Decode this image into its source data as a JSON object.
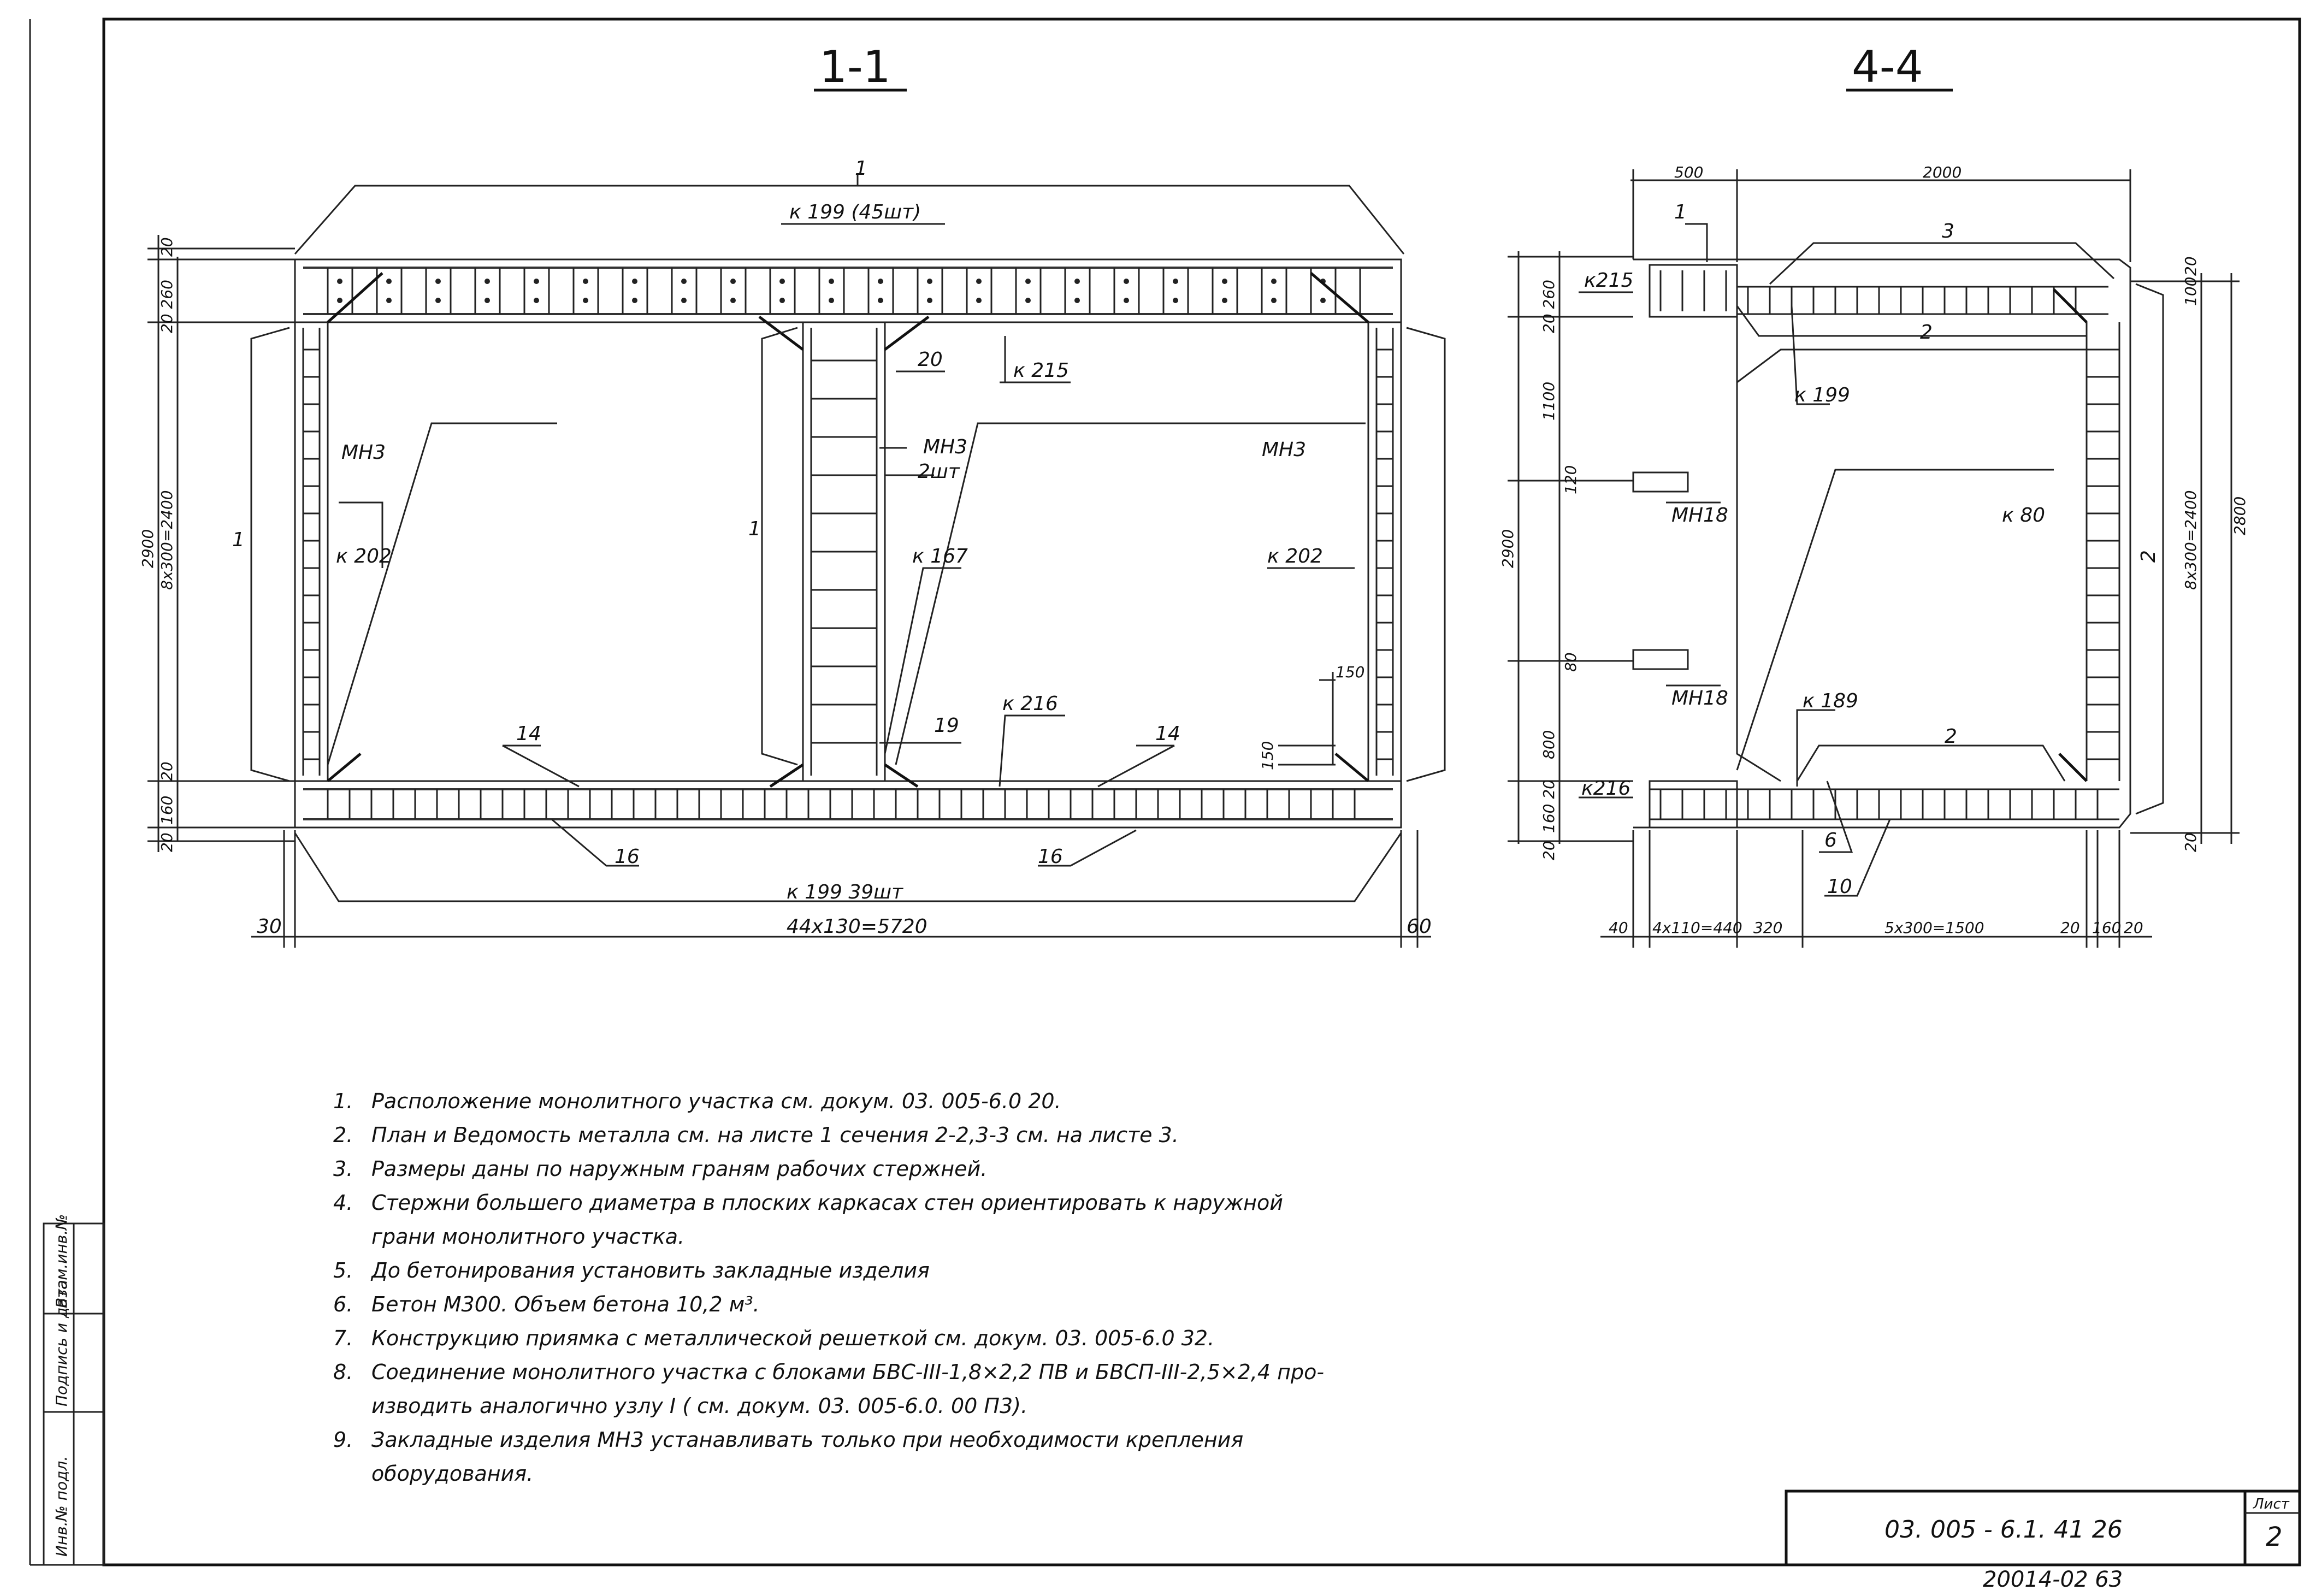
{
  "drawing": {
    "section_1": {
      "title": "1-1",
      "labels": {
        "top_pos": "1",
        "k199_top": "к 199 (45шт)",
        "k215": "к 215",
        "pos20": "20",
        "mn3_left": "МН3",
        "mn3_mid": "МН3",
        "mn3_mid_qty": "2шт",
        "mn3_right": "МН3",
        "k202_left": "к 202",
        "k202_right": "к 202",
        "k167": "к 167",
        "k216": "к 216",
        "pos19": "19",
        "pos14_left": "14",
        "pos14_right": "14",
        "pos16_left": "16",
        "pos16_right": "16",
        "side_pos_left": "1",
        "side_pos_mid": "1",
        "k199_bottom": "к 199  39шт",
        "dim_bottom": "44х130=5720",
        "dim_30": "30",
        "dim_60": "60",
        "dim_2900": "2900",
        "dim_8x300": "8х300=2400",
        "dim_20a": "20",
        "dim_260": "20 260",
        "dim_160": "160",
        "dim_20b": "20",
        "dim_20c": "20",
        "dim_150a": "150",
        "dim_150b": "150"
      }
    },
    "section_4": {
      "title": "4-4",
      "labels": {
        "dim_500": "500",
        "dim_2000": "2000",
        "pos1": "1",
        "pos3": "3",
        "pos2_top": "2",
        "k215": "к215",
        "k199": "к 199",
        "mn18_a": "МН18",
        "mn18_b": "МН18",
        "k80": "к 80",
        "k189": "к 189",
        "pos2_bottom": "2",
        "k216": "к216",
        "pos6": "6",
        "pos10": "10",
        "pos2_side": "2",
        "dim_2900": "2900",
        "dim_1100": "1100",
        "dim_800": "800",
        "dim_260": "20 260",
        "dim_160": "160 20",
        "dim_20": "20",
        "dim_right": "8х300=2400",
        "dim_2800": "2800",
        "dim_100": "100",
        "dim_20r": "20",
        "dim_20rb": "20",
        "dim_120": "120",
        "dim_80": "80",
        "b_40": "40",
        "b_440": "4х110=440",
        "b_320": "320",
        "b_1500": "5х300=1500",
        "b_20": "20",
        "b_160": "160",
        "b_20b": "20"
      }
    }
  },
  "notes": [
    {
      "num": "1.",
      "text": "Расположение монолитного участка   см.  докум.   03. 005-6.0  20."
    },
    {
      "num": "2.",
      "text": "План           и Ведомость металла  см. на листе    1 сечения 2-2,3-3  см.  на листе  3."
    },
    {
      "num": "3.",
      "text": "Размеры даны по наружным   граням    рабочих  стержней."
    },
    {
      "num": "4.",
      "text": "Стержни большего   диаметра  в  плоских каркасах  стен  ориентировать  к наружной",
      "cont": "грани  монолитного   участка."
    },
    {
      "num": "5.",
      "text": "До бетонирования   установить  закладные   изделия"
    },
    {
      "num": "6.",
      "text": "Бетон   М300.  Объем  бетона  10,2 м³."
    },
    {
      "num": "7.",
      "text": "Конструкцию   приямка  с металлической  решеткой  см.  докум.  03. 005-6.0  32."
    },
    {
      "num": "8.",
      "text": "Соединение  монолитного  участка   с  блоками  БВС-III-1,8×2,2 ПВ  и  БВСП-III-2,5×2,4  про-",
      "cont": "изводить   аналогично   узлу  I  ( см.  докум.  03. 005-6.0. 00  П3)."
    },
    {
      "num": "9.",
      "text": "Закладные  изделия   МН3  устанавливать  только  при  необходимости   крепления",
      "cont": "оборудования."
    }
  ],
  "stamp": {
    "side_labels": [
      "Инв.№ подл.",
      "Подпись и дата",
      "Взам.инв.№"
    ],
    "doc_code": "03. 005 - 6.1. 41   26",
    "sheet_label": "Лист",
    "sheet_number": "2",
    "bottom_code": "20014-02   63"
  }
}
